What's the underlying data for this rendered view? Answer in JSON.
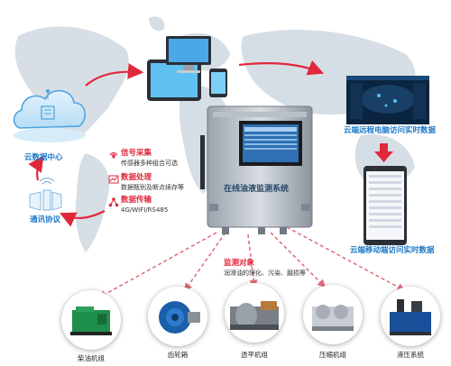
{
  "cloud_center": "云数据中心",
  "protocol": "通讯协议",
  "remote_pc": "云端远程电脑访问实时数据",
  "mobile": "云端移动端访问实时数据",
  "device_title": "在线油液监测系统",
  "features": [
    {
      "title": "信号采集",
      "desc": "传感器多种组合可选"
    },
    {
      "title": "数据处理",
      "desc": "数据甄别及断点续存等"
    },
    {
      "title": "数据传输",
      "desc": "4G/WIFI/RS485"
    }
  ],
  "monitor": {
    "title": "监测对象",
    "desc": "润滑油的理化、污染、磨损等"
  },
  "equipment": [
    "柴油机组",
    "齿轮箱",
    "透平机组",
    "压缩机组",
    "液压系统"
  ],
  "colors": {
    "accent_red": "#e0283c",
    "accent_blue": "#1e78c8",
    "map_gray": "#c9d3dd"
  }
}
